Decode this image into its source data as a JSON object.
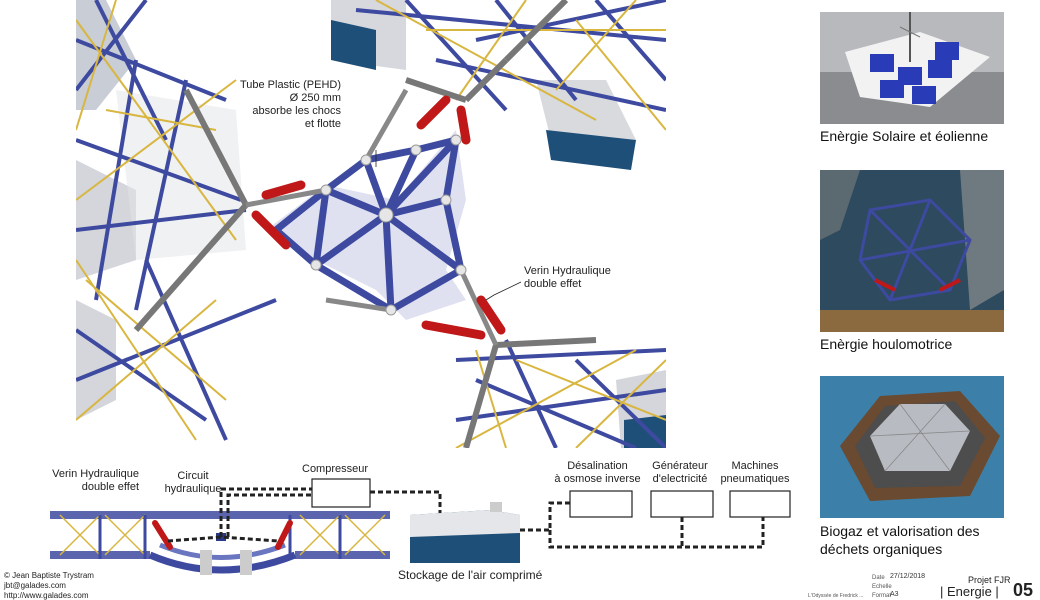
{
  "main_labels": {
    "tube": "Tube Plastic (PEHD)\nØ 250 mm\nabsorbe les chocs\net flotte",
    "verin": "Verin Hydraulique\ndouble effet"
  },
  "schematic": {
    "verin": "Verin Hydraulique\ndouble effet",
    "circuit": "Circuit\nhydraulique",
    "compresseur": "Compresseur",
    "desal": "Désalination\nà osmose inverse",
    "generateur": "Générateur\nd'electricité",
    "machines": "Machines\npneumatiques",
    "stockage": "Stockage de l'air comprimé"
  },
  "captions": {
    "solaire": "Enèrgie Solaire et éolienne",
    "houlo": "Enèrgie houlomotrice",
    "biogaz": "Biogaz et valorisation des\ndéchets organiques"
  },
  "credits": {
    "line1": "© Jean Baptiste Trystram",
    "line2": "jbt@galades.com",
    "line3": "http://www.galades.com"
  },
  "title_block": {
    "project": "Projet FJR",
    "section": "| Energie |",
    "page": "05",
    "date_label": "Date",
    "date": "27/12/2018",
    "scale_label": "Echelle",
    "format_label": "Format",
    "format": "A3",
    "dossier": "L'Odyssée de Fredrick ..."
  },
  "colors": {
    "frame_blue": "#3d4aa0",
    "cable_gold": "#d8b640",
    "piston_red": "#c01818",
    "steel_grey": "#7a7a7a",
    "sea_blue": "#1e4f78"
  }
}
